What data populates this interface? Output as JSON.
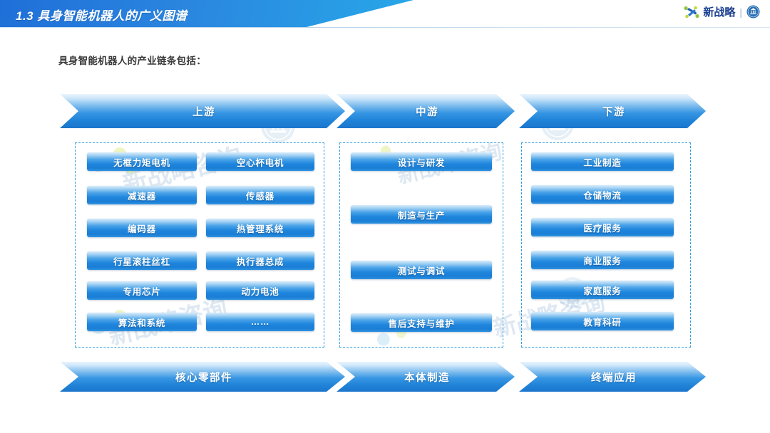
{
  "header": {
    "section_number": "1.3",
    "title": "1.3  具身智能机器人的广义图谱",
    "brand_name": "新战略",
    "brand_separator": "|",
    "brand_mark_icon": "dna-link-logo-icon",
    "brand_seal_icon": "circular-seal-icon"
  },
  "intro": {
    "text": "具身智能机器人的产业链条包括："
  },
  "top_stages": [
    {
      "label": "上游"
    },
    {
      "label": "中游"
    },
    {
      "label": "下游"
    }
  ],
  "bottom_stages": [
    {
      "label": "核心零部件"
    },
    {
      "label": "本体制造"
    },
    {
      "label": "终端应用"
    }
  ],
  "columns": {
    "upstream": {
      "stage": "上游",
      "footer": "核心零部件",
      "left_items": [
        "无框力矩电机",
        "减速器",
        "编码器",
        "行星滚柱丝杠",
        "专用芯片",
        "算法和系统"
      ],
      "right_items": [
        "空心杯电机",
        "传感器",
        "热管理系统",
        "执行器总成",
        "动力电池",
        "……"
      ]
    },
    "midstream": {
      "stage": "中游",
      "footer": "本体制造",
      "items": [
        "设计与研发",
        "制造与生产",
        "测试与调试",
        "售后支持与维护"
      ]
    },
    "downstream": {
      "stage": "下游",
      "footer": "终端应用",
      "items": [
        "工业制造",
        "仓储物流",
        "医疗服务",
        "商业服务",
        "家庭服务",
        "教育科研"
      ]
    }
  },
  "watermarks": {
    "text": "新战略咨询",
    "seal_icon": "circular-seal-watermark-icon"
  },
  "colors": {
    "header_blue_start": "#1f6fd8",
    "header_blue_end": "#28a7e8",
    "arrow_blue": "#2083d8",
    "box_blue": "#1f86dd",
    "dashed_border": "#2f9fe0",
    "brand_navy": "#1b3f8f",
    "intro_text": "#3a3a3a"
  }
}
